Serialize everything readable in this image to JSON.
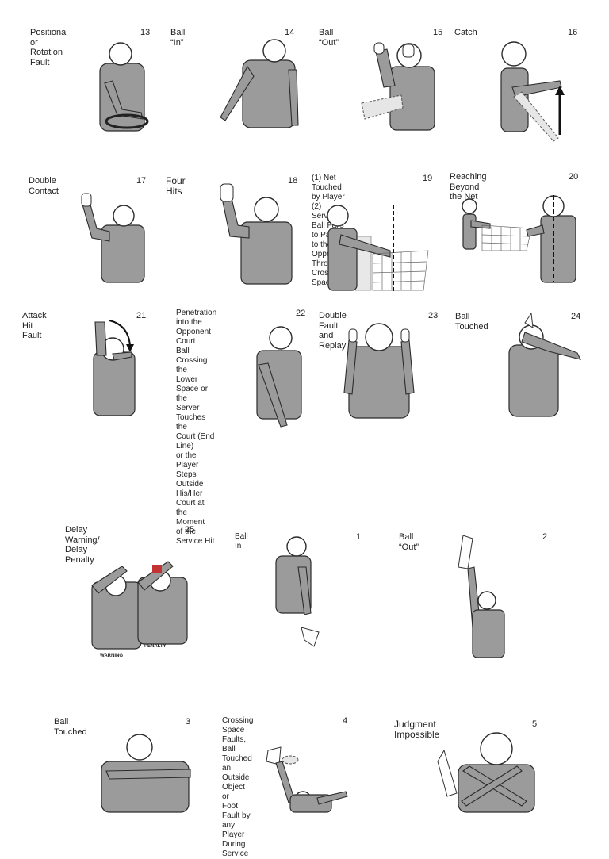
{
  "signals": [
    {
      "id": "s13",
      "label": "Positional or Rotation\nFault",
      "number": "13"
    },
    {
      "id": "s14",
      "label": "Ball “In”",
      "number": "14"
    },
    {
      "id": "s15",
      "label": "Ball “Out”",
      "number": "15"
    },
    {
      "id": "s16",
      "label": "Catch",
      "number": "16"
    },
    {
      "id": "s17",
      "label": "Double Contact",
      "number": "17"
    },
    {
      "id": "s18",
      "label": "Four Hits",
      "number": "18"
    },
    {
      "id": "s19",
      "label": "(1) Net Touched by Player\n(2) Served Ball Fails to Pass to the\nOpponent Through Crossing Space",
      "number": "19"
    },
    {
      "id": "s20",
      "label": "Reaching Beyond the Net",
      "number": "20"
    },
    {
      "id": "s21",
      "label": "Attack Hit Fault",
      "number": "21"
    },
    {
      "id": "s22",
      "label": "Penetration into the Opponent\nCourt\nBall Crossing the\nLower Space or the\nServer Touches the\nCourt (End Line)\nor the Player Steps\nOutside His/Her\nCourt at the Moment\nof the Service Hit",
      "number": "22"
    },
    {
      "id": "s23",
      "label": "Double Fault and Replay",
      "number": "23"
    },
    {
      "id": "s24",
      "label": "Ball Touched",
      "number": "24"
    },
    {
      "id": "s25",
      "label": "Delay Warning/\nDelay Penalty",
      "number": "25"
    },
    {
      "id": "l1",
      "label": "Ball In",
      "number": "1"
    },
    {
      "id": "l2",
      "label": "Ball “Out”",
      "number": "2"
    },
    {
      "id": "l3",
      "label": "Ball Touched",
      "number": "3"
    },
    {
      "id": "l4",
      "label": "Crossing Space Faults, Ball\nTouched an Outside Object or\nFoot Fault by any Player During\nService",
      "number": "4"
    },
    {
      "id": "l5",
      "label": "Judgment Impossible",
      "number": "5"
    }
  ],
  "captions": {
    "warning": "WARNING",
    "penalty": "PENALTY"
  }
}
